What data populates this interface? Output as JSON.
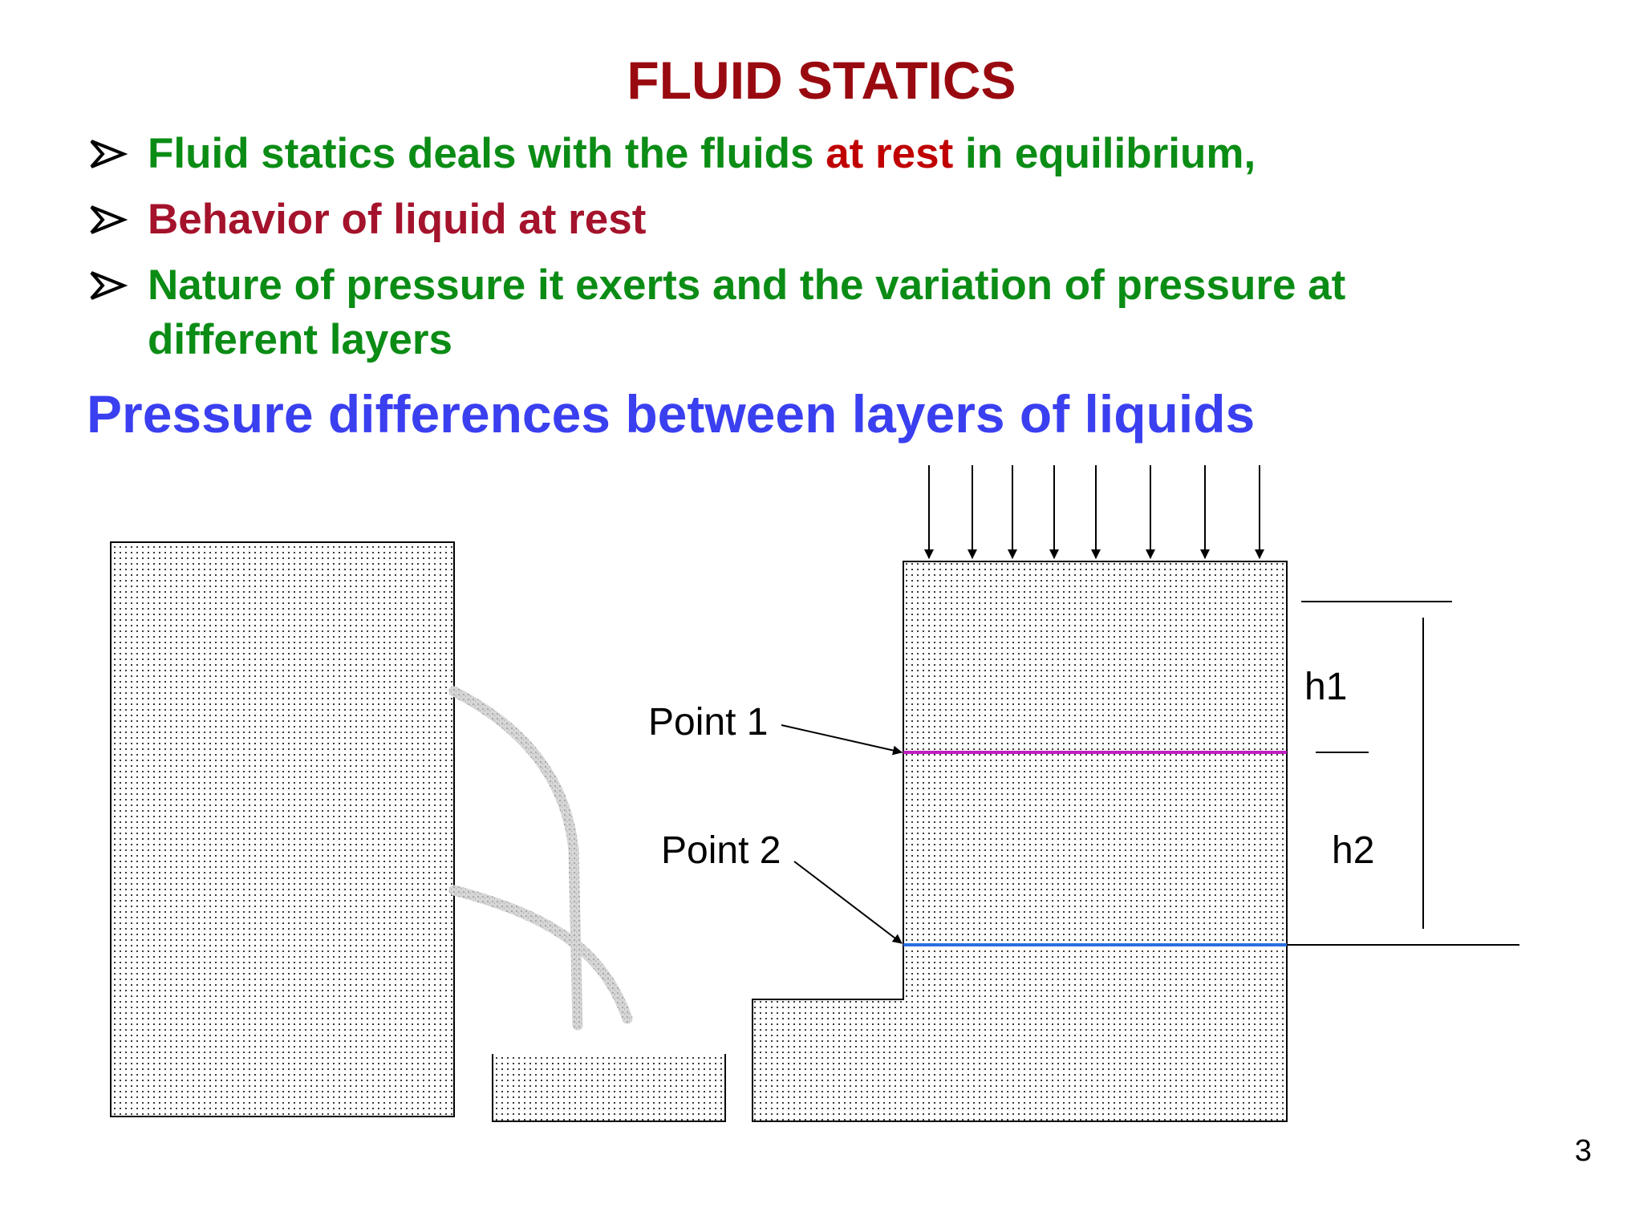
{
  "slide": {
    "title": "FLUID STATICS",
    "bullets": [
      {
        "segments": [
          "Fluid statics deals with the fluids ",
          "at rest",
          " in equilibrium,"
        ]
      },
      {
        "text": "Behavior of liquid at rest"
      },
      {
        "text": "Nature of pressure it exerts and the variation of pressure at different layers"
      }
    ],
    "subheading": "Pressure differences between layers of liquids",
    "page_number": "3"
  },
  "diagram": {
    "labels": {
      "point1": "Point 1",
      "point2": "Point 2",
      "h1": "h1",
      "h2": "h2"
    },
    "line_colors": {
      "point1_layer": "#c020c0",
      "point2_layer": "#2a6fe0"
    }
  },
  "colors": {
    "title": "#990a10",
    "bullet_green": "#0b8c15",
    "bullet_red": "#c00000",
    "bullet_maroon": "#a4122b",
    "subheading": "#3a3ff0"
  }
}
